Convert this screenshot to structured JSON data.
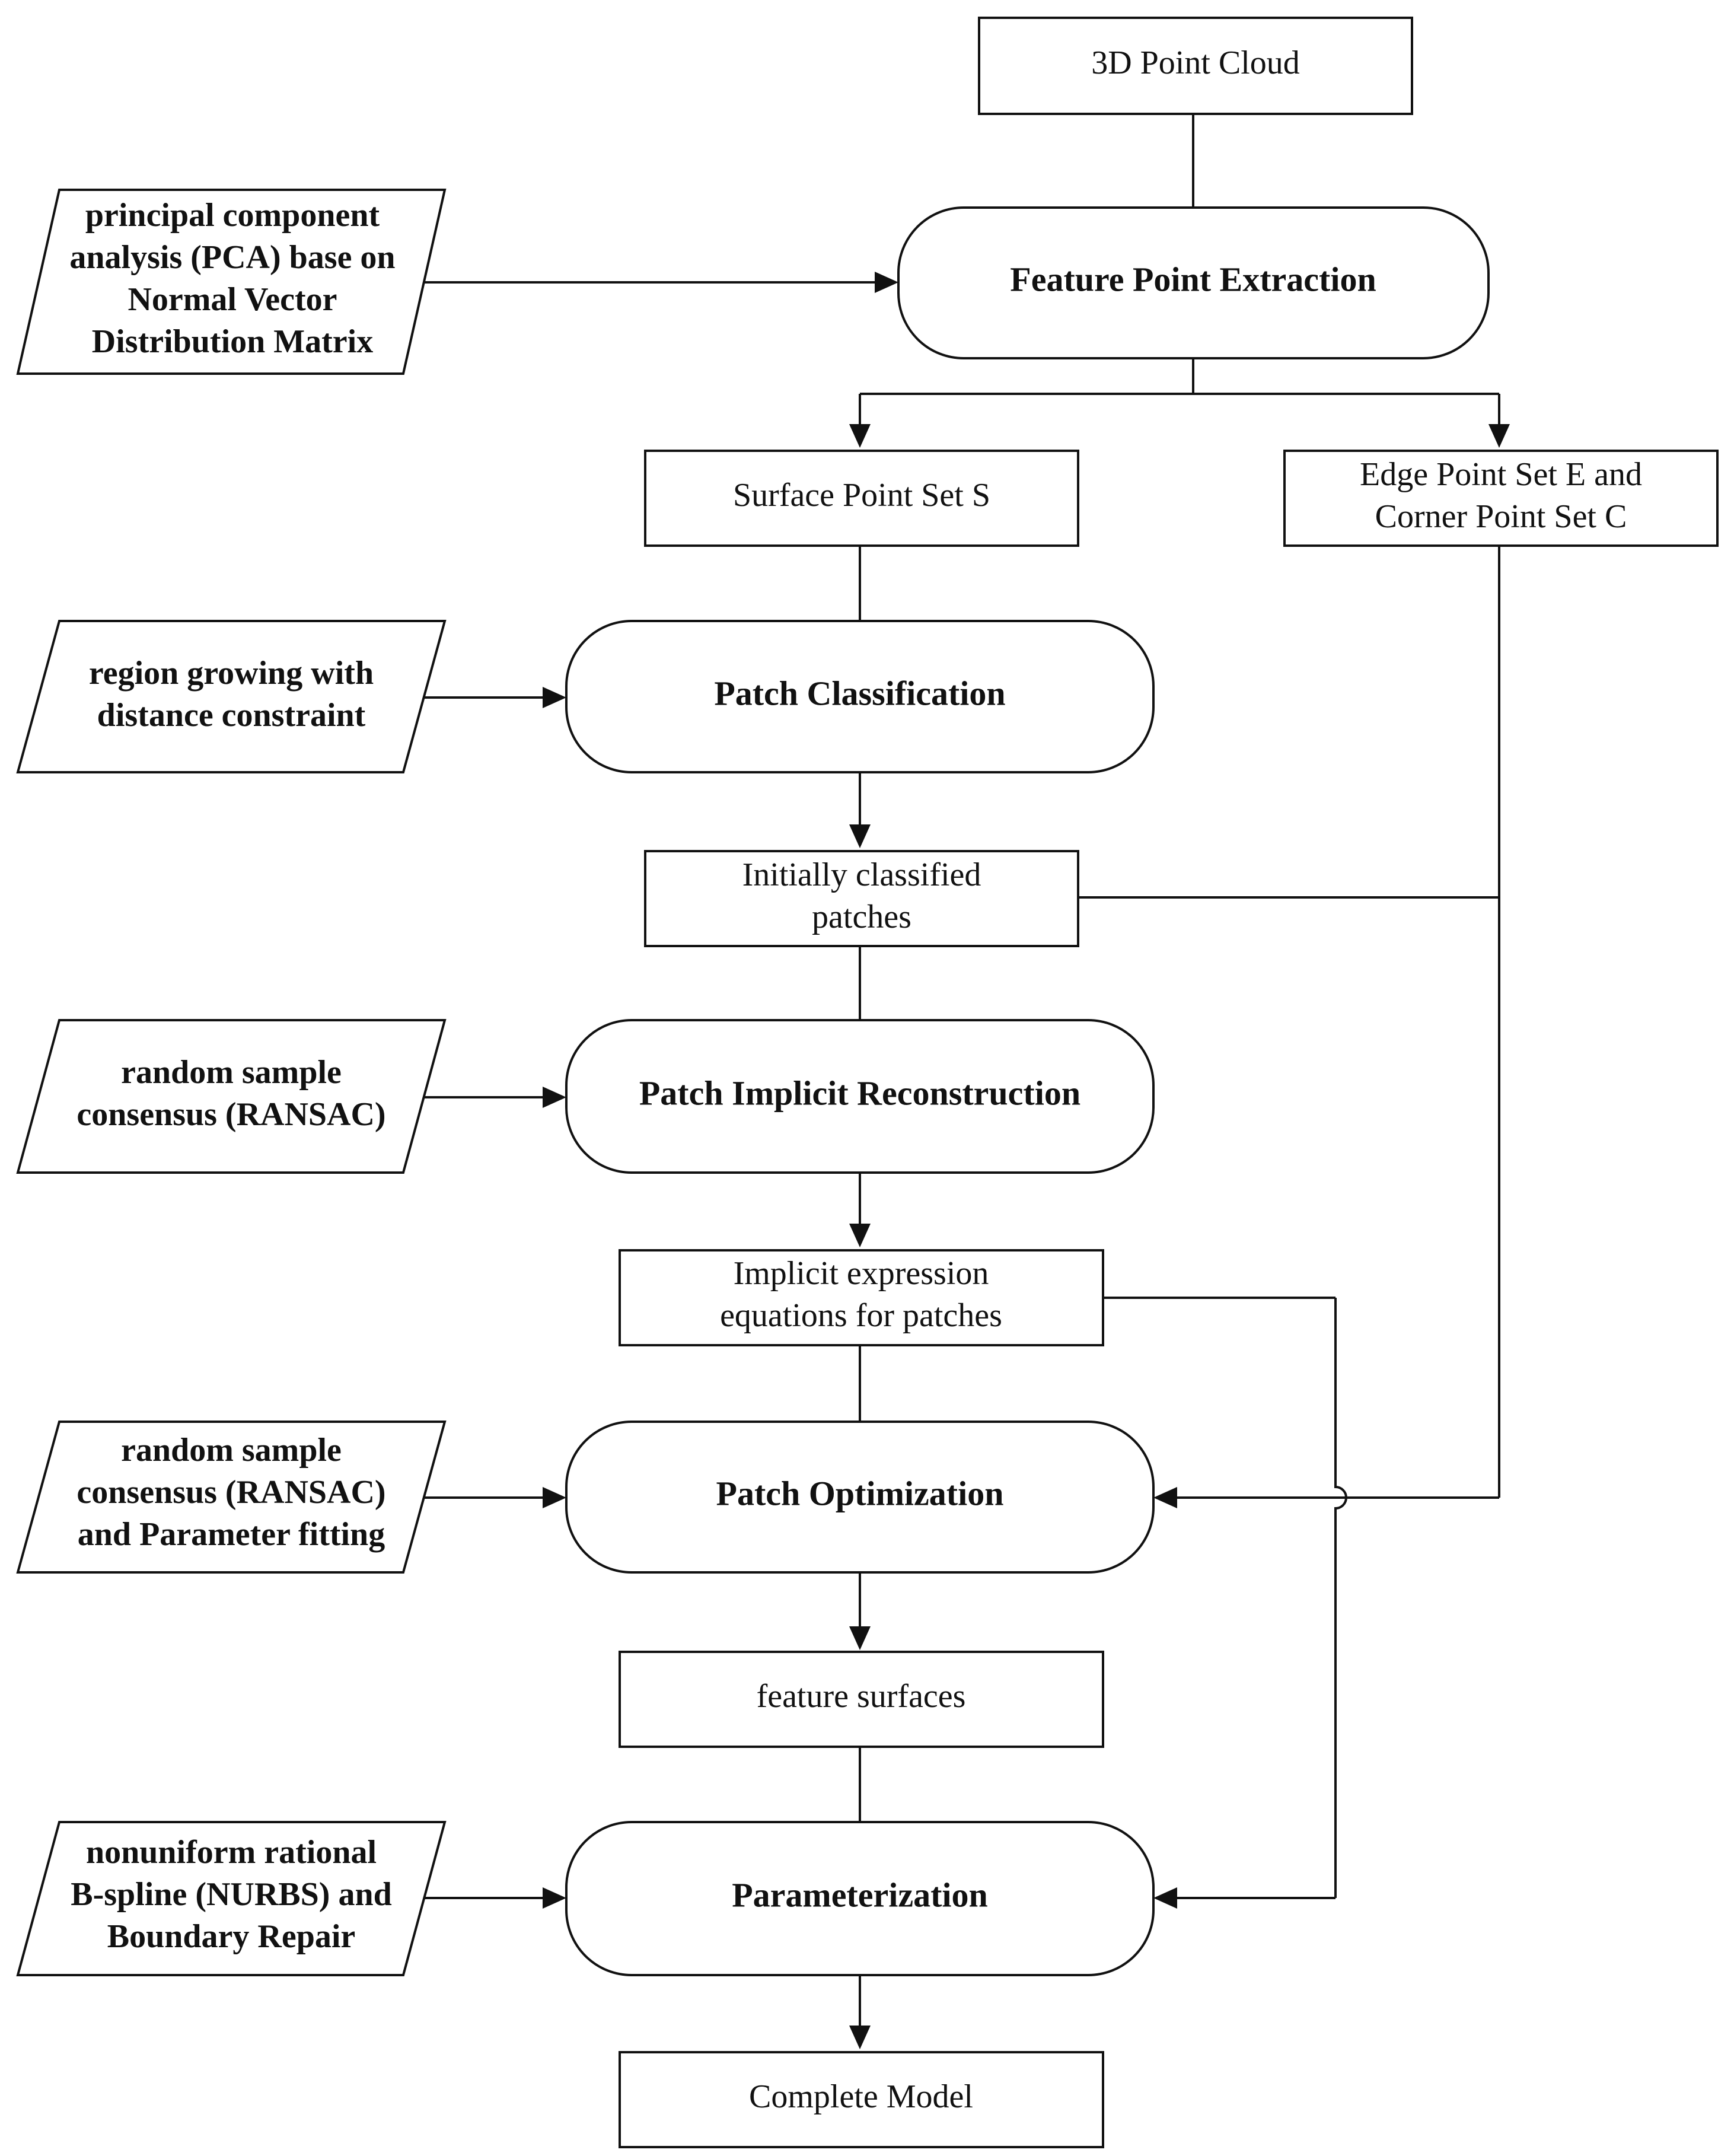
{
  "data_nodes": {
    "point_cloud": "3D Point Cloud",
    "surface_set": "Surface Point Set S",
    "edge_set_line1": "Edge Point Set E and",
    "edge_set_line2": "Corner Point Set C",
    "initial_patches_line1": "Initially classified",
    "initial_patches_line2": "patches",
    "implicit_eq_line1": "Implicit expression",
    "implicit_eq_line2": "equations for patches",
    "feature_surfaces": "feature surfaces",
    "complete_model": "Complete Model"
  },
  "process_nodes": {
    "feature_extraction": "Feature Point Extraction",
    "patch_classification": "Patch Classification",
    "implicit_reconstruction": "Patch Implicit Reconstruction",
    "patch_optimization": "Patch Optimization",
    "parameterization": "Parameterization"
  },
  "method_nodes": {
    "pca": [
      "principal component",
      "analysis (PCA) base on",
      "Normal Vector",
      "Distribution Matrix"
    ],
    "region_growing": [
      "region growing with",
      "distance constraint"
    ],
    "ransac": [
      "random sample",
      "consensus (RANSAC)"
    ],
    "ransac_fitting": [
      "random sample",
      "consensus (RANSAC)",
      "and Parameter fitting"
    ],
    "nurbs": [
      "nonuniform rational",
      "B-spline (NURBS) and",
      "Boundary Repair"
    ]
  }
}
